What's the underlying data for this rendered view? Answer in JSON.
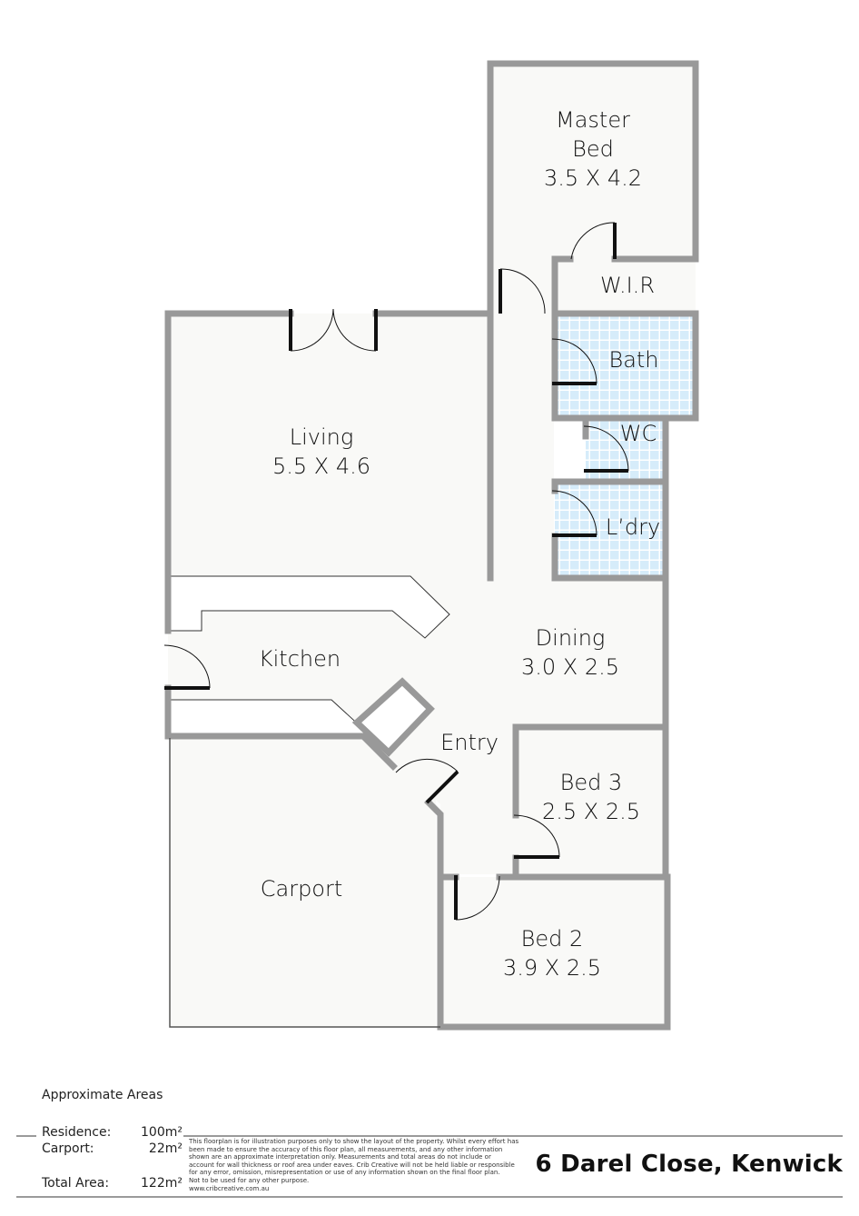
{
  "plan": {
    "colors": {
      "wall": "#999999",
      "floor": "#f9f9f7",
      "tile": "#d6ecfa",
      "tile_grout": "#ffffff",
      "door": "#000000",
      "bench": "#ffffff"
    },
    "rooms": [
      {
        "id": "master-bed",
        "name_lines": [
          "Master",
          "Bed"
        ],
        "dims": "3.5 X 4.2"
      },
      {
        "id": "wir",
        "name_lines": [
          "W.I.R"
        ],
        "dims": ""
      },
      {
        "id": "bath",
        "name_lines": [
          "Bath"
        ],
        "dims": ""
      },
      {
        "id": "wc",
        "name_lines": [
          "WC"
        ],
        "dims": ""
      },
      {
        "id": "laundry",
        "name_lines": [
          "L’dry"
        ],
        "dims": ""
      },
      {
        "id": "living",
        "name_lines": [
          "Living"
        ],
        "dims": "5.5 X 4.6"
      },
      {
        "id": "kitchen",
        "name_lines": [
          "Kitchen"
        ],
        "dims": ""
      },
      {
        "id": "dining",
        "name_lines": [
          "Dining"
        ],
        "dims": "3.0 X 2.5"
      },
      {
        "id": "entry",
        "name_lines": [
          "Entry"
        ],
        "dims": ""
      },
      {
        "id": "bed-3",
        "name_lines": [
          "Bed 3"
        ],
        "dims": "2.5 X 2.5"
      },
      {
        "id": "carport",
        "name_lines": [
          "Carport"
        ],
        "dims": ""
      },
      {
        "id": "bed-2",
        "name_lines": [
          "Bed 2"
        ],
        "dims": "3.9 X 2.5"
      }
    ]
  },
  "footer": {
    "areas_title": "Approximate Areas",
    "areas": [
      {
        "label": "Residence:",
        "value": "100m²"
      },
      {
        "label": "Carport:",
        "value": "22m²"
      },
      {
        "label": "Total Area:",
        "value": "122m²"
      }
    ],
    "disclaimer_lines": [
      "This floorplan is for illustration purposes only to show the layout of the property. Whilst every effort has",
      "been made to ensure the accuracy of this floor plan, all measurements, and any other information",
      "shown are an approximate interpretation only. Measurements and total areas do not include or",
      "account for wall thickness or roof area under eaves. Crib Creative will not be held liable or responsible",
      "for any error, omission, misrepresentation or use of any information shown on the final floor plan.",
      "Not to be used for any other purpose.",
      "www.cribcreative.com.au"
    ],
    "address": "6 Darel Close, Kenwick"
  }
}
